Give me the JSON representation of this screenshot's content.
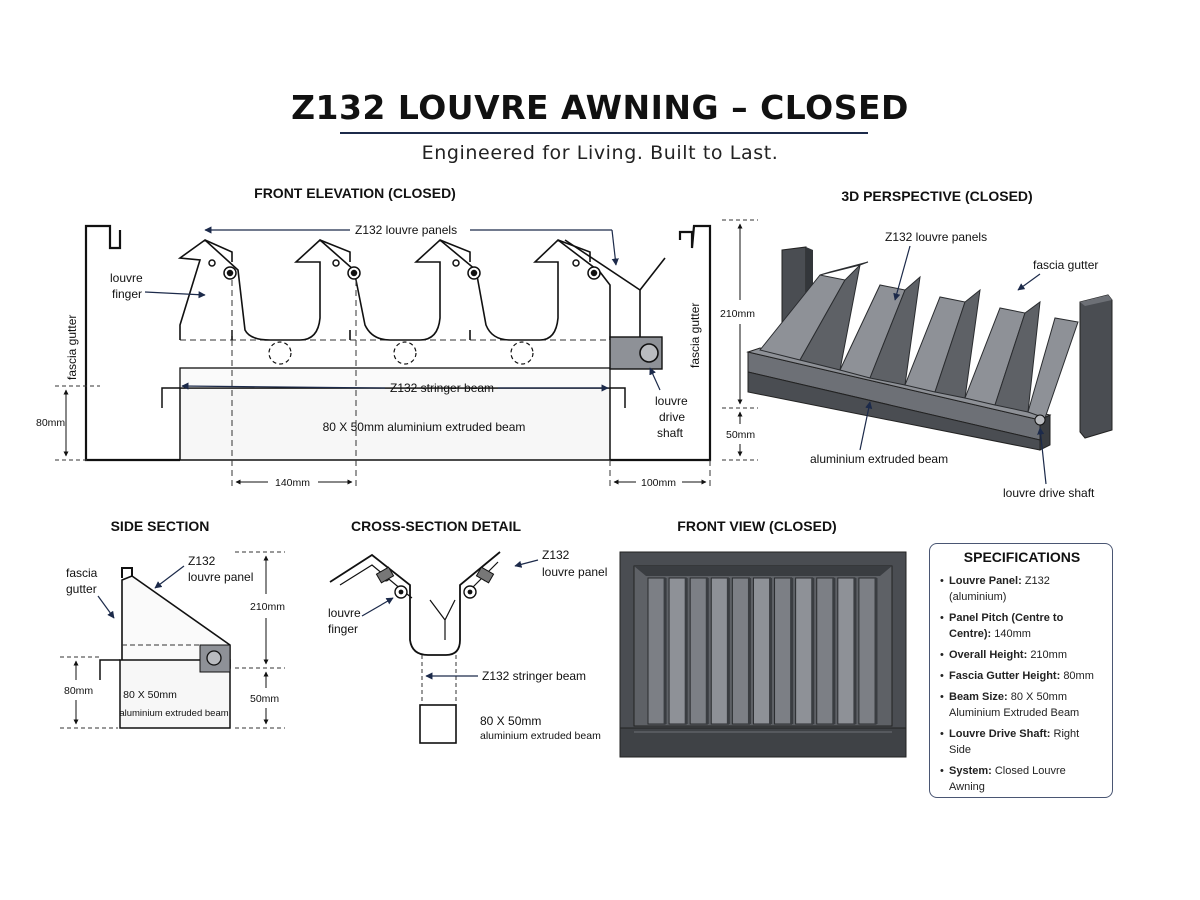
{
  "header": {
    "title": "Z132 LOUVRE AWNING – CLOSED",
    "subtitle": "Engineered for Living. Built to Last."
  },
  "front_elevation": {
    "heading": "FRONT ELEVATION (CLOSED)",
    "louvre_panels": "Z132 louvre panels",
    "louvre_finger": [
      "louvre",
      "finger"
    ],
    "fascia_gutter": "fascia gutter",
    "stringer_beam": "Z132 stringer beam",
    "beam": "80 X 50mm aluminium extruded beam",
    "drive_shaft": [
      "louvre",
      "drive",
      "shaft"
    ],
    "dim_80": "80mm",
    "dim_210": "210mm",
    "dim_50": "50mm",
    "dim_140": "140mm",
    "dim_100": "100mm"
  },
  "perspective": {
    "heading": "3D PERSPECTIVE (CLOSED)",
    "louvre_panels": "Z132 louvre panels",
    "fascia_gutter": "fascia gutter",
    "beam": "aluminium extruded beam",
    "drive_shaft": "louvre drive shaft"
  },
  "side_section": {
    "heading": "SIDE SECTION",
    "fascia_gutter": [
      "fascia",
      "gutter"
    ],
    "louvre_panel": [
      "Z132",
      "louvre panel"
    ],
    "dim_210": "210mm",
    "dim_80": "80mm",
    "dim_50": "50mm",
    "beam": [
      "80 X 50mm",
      "aluminium extruded beam"
    ]
  },
  "cross_section": {
    "heading": "CROSS-SECTION DETAIL",
    "louvre_panel": [
      "Z132",
      "louvre panel"
    ],
    "louvre_finger": [
      "louvre",
      "finger"
    ],
    "stringer_beam": "Z132 stringer beam",
    "beam": [
      "80 X 50mm",
      "aluminium extruded beam"
    ]
  },
  "front_view": {
    "heading": "FRONT VIEW (CLOSED)"
  },
  "specs": {
    "heading": "SPECIFICATIONS",
    "items": [
      {
        "label": "Louvre Panel:",
        "value": "Z132 (aluminium)"
      },
      {
        "label": "Panel Pitch (Centre to Centre):",
        "value": "140mm"
      },
      {
        "label": "Overall Height:",
        "value": "210mm"
      },
      {
        "label": "Fascia Gutter Height:",
        "value": "80mm"
      },
      {
        "label": "Beam Size:",
        "value": "80 X 50mm Aluminium Extruded Beam"
      },
      {
        "label": "Louvre Drive Shaft:",
        "value": "Right Side"
      },
      {
        "label": "System:",
        "value": "Closed Louvre Awning"
      }
    ]
  },
  "colors": {
    "line": "#1a1a1a",
    "navy": "#1c2a4a",
    "metal_dark": "#4a4d52",
    "metal_mid": "#6d7076",
    "metal_light": "#8e9197"
  }
}
